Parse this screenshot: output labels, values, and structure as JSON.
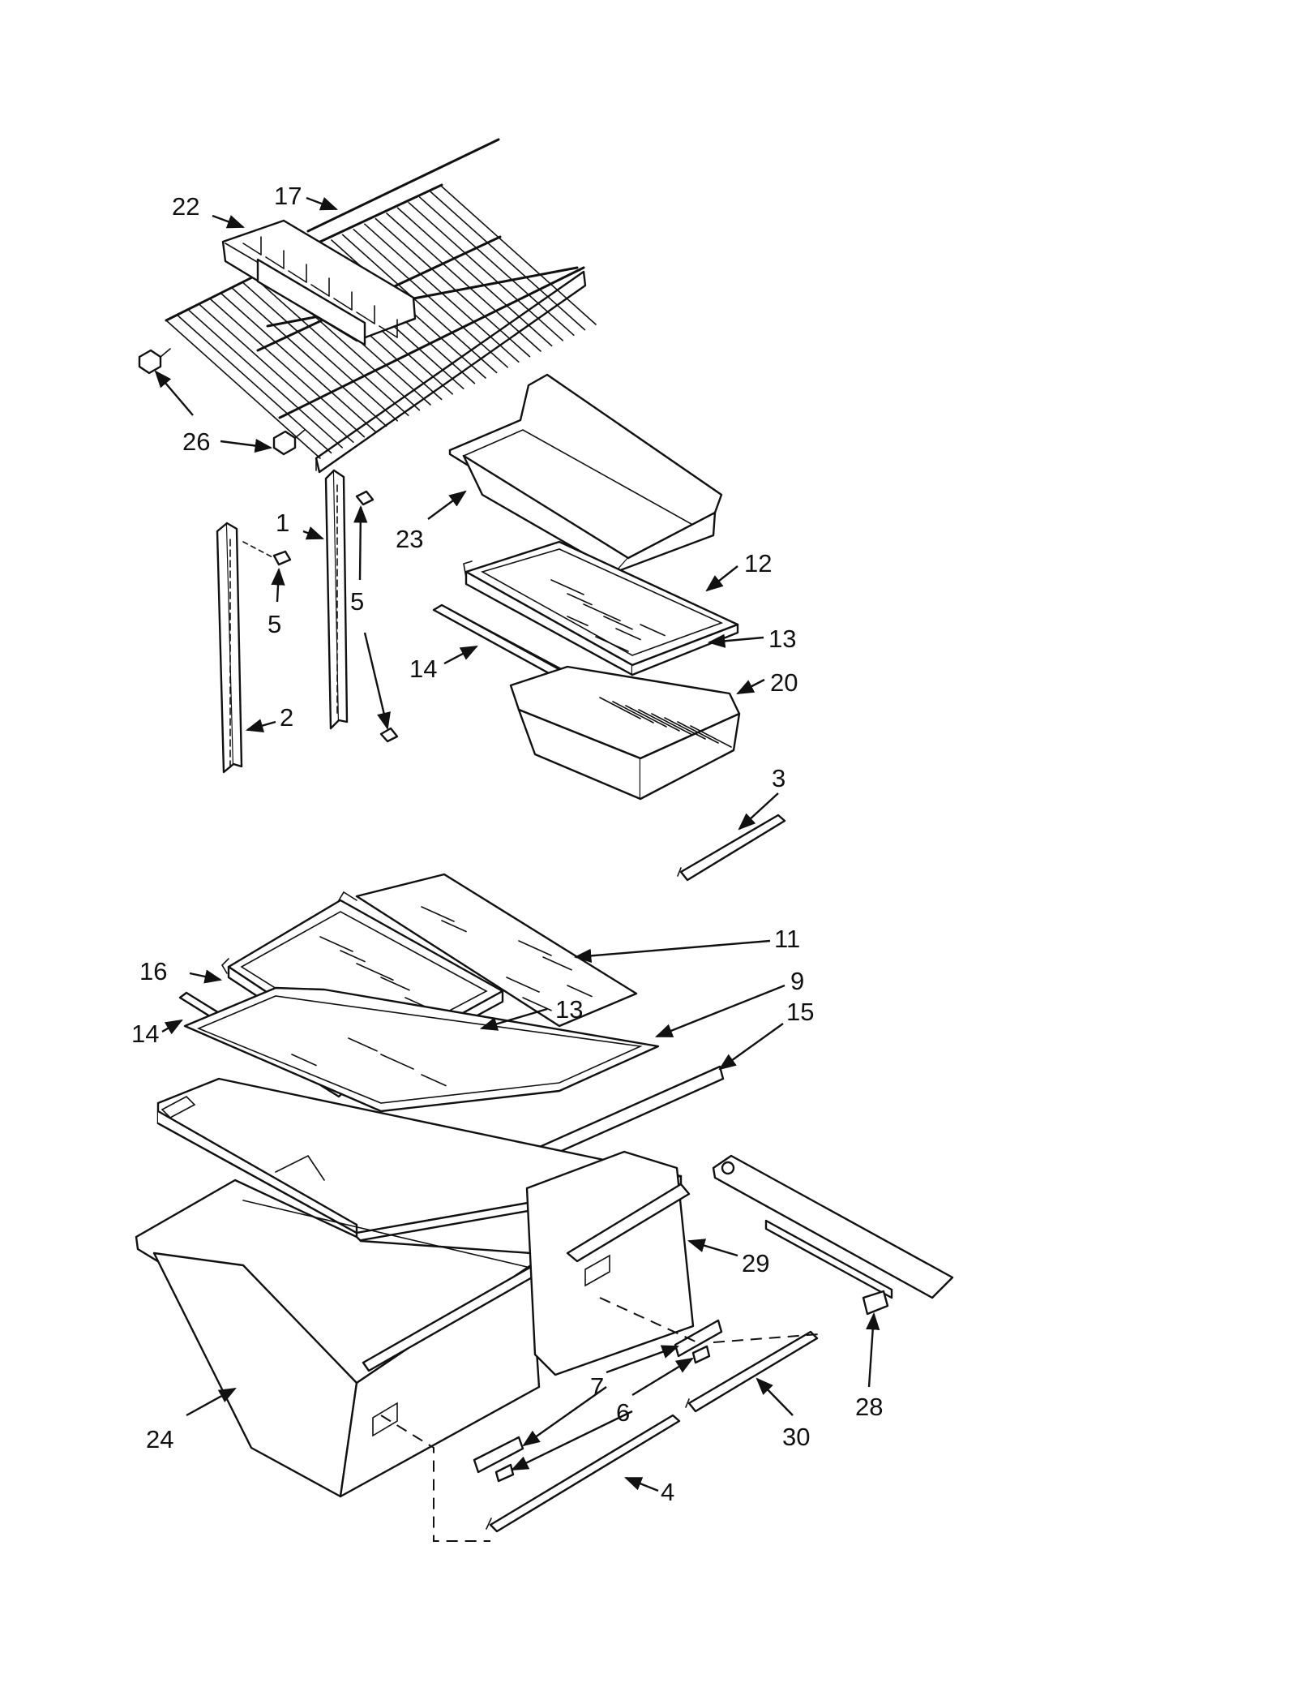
{
  "callouts": [
    {
      "id": "c1",
      "label": "1"
    },
    {
      "id": "c2",
      "label": "2"
    },
    {
      "id": "c3",
      "label": "3"
    },
    {
      "id": "c4",
      "label": "4"
    },
    {
      "id": "c5a",
      "label": "5"
    },
    {
      "id": "c5b",
      "label": "5"
    },
    {
      "id": "c6",
      "label": "6"
    },
    {
      "id": "c7",
      "label": "7"
    },
    {
      "id": "c9",
      "label": "9"
    },
    {
      "id": "c11",
      "label": "11"
    },
    {
      "id": "c12",
      "label": "12"
    },
    {
      "id": "c13a",
      "label": "13"
    },
    {
      "id": "c13b",
      "label": "13"
    },
    {
      "id": "c14a",
      "label": "14"
    },
    {
      "id": "c14b",
      "label": "14"
    },
    {
      "id": "c15",
      "label": "15"
    },
    {
      "id": "c16",
      "label": "16"
    },
    {
      "id": "c17",
      "label": "17"
    },
    {
      "id": "c20",
      "label": "20"
    },
    {
      "id": "c22",
      "label": "22"
    },
    {
      "id": "c23",
      "label": "23"
    },
    {
      "id": "c24",
      "label": "24"
    },
    {
      "id": "c26",
      "label": "26"
    },
    {
      "id": "c28",
      "label": "28"
    },
    {
      "id": "c29",
      "label": "29"
    },
    {
      "id": "c30",
      "label": "30"
    }
  ]
}
